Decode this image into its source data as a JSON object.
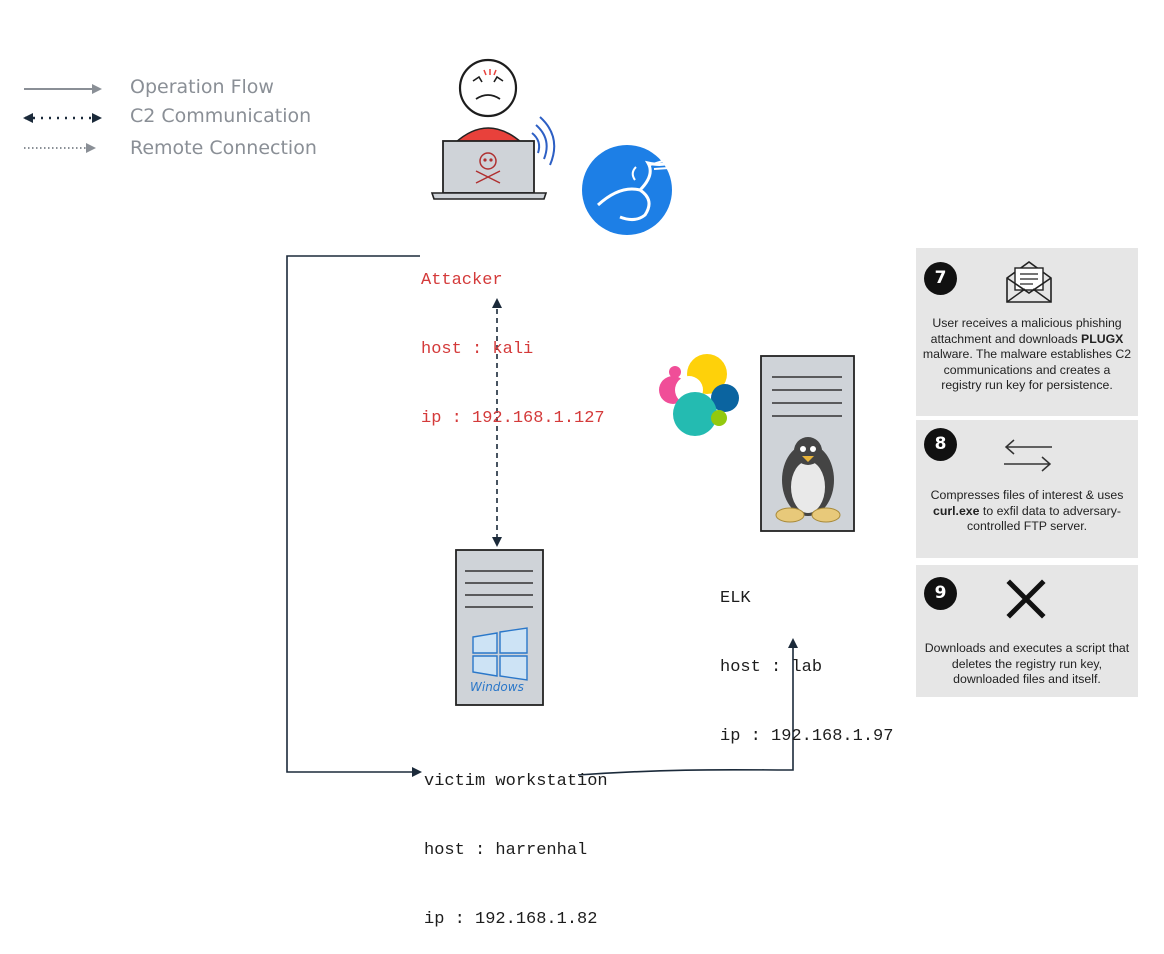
{
  "legend": {
    "operation_flow": "Operation Flow",
    "c2_communication": "C2 Communication",
    "remote_connection": "Remote Connection"
  },
  "attacker": {
    "name": "Attacker",
    "host": "host : kali",
    "ip": "ip : 192.168.1.127"
  },
  "victim": {
    "name": "victim workstation",
    "host": "host : harrenhal",
    "ip": "ip : 192.168.1.82",
    "os_logo_text": "Windows"
  },
  "elk": {
    "name": "ELK",
    "host": "host : lab",
    "ip": "ip : 192.168.1.97"
  },
  "steps": [
    {
      "number": "7",
      "icon": "envelope-icon",
      "text_before": "User receives a malicious phishing attachment and downloads ",
      "bold": "PLUGX",
      "text_after": " malware. The malware establishes C2 communications and creates a registry run key for persistence."
    },
    {
      "number": "8",
      "icon": "exchange-arrows-icon",
      "text_before": "Compresses files of interest & uses ",
      "bold": "curl.exe",
      "text_after": " to exfil data to adversary- controlled FTP server."
    },
    {
      "number": "9",
      "icon": "x-mark-icon",
      "text_before": "Downloads and executes a script that deletes the registry run key, downloaded files and itself.",
      "bold": "",
      "text_after": ""
    }
  ],
  "colors": {
    "attacker_red": "#d43a3a",
    "legend_gray": "#8a8f96",
    "panel_bg": "#e6e6e6",
    "arrow_dark": "#1b2a3a"
  }
}
